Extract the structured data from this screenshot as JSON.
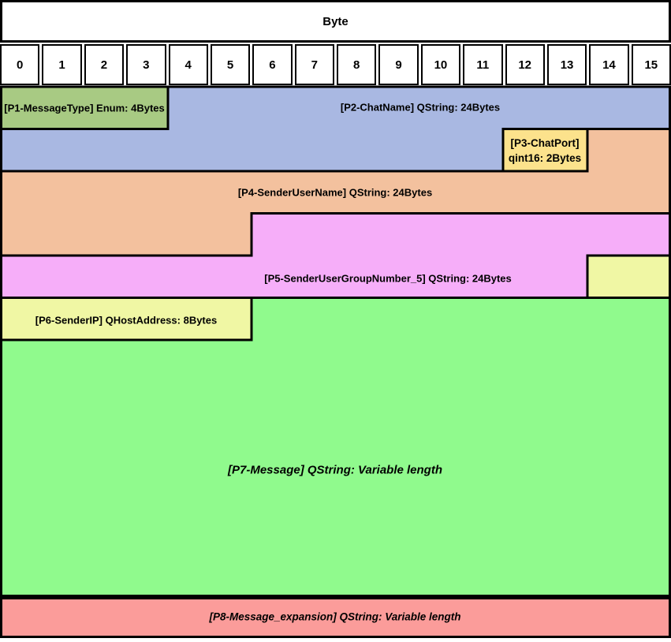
{
  "diagram": {
    "title": "Byte",
    "byte_numbers": [
      "0",
      "1",
      "2",
      "3",
      "4",
      "5",
      "6",
      "7",
      "8",
      "9",
      "10",
      "11",
      "12",
      "13",
      "14",
      "15"
    ],
    "border_color": "#000000",
    "fields": [
      {
        "id": "P1",
        "label": "[P1-MessageType] Enum: 4Bytes",
        "color": "#a8ca83",
        "size": "4Bytes"
      },
      {
        "id": "P2",
        "label": "[P2-ChatName] QString: 24Bytes",
        "color": "#a9b8e2",
        "size": "24Bytes"
      },
      {
        "id": "P3",
        "label_line1": "[P3-ChatPort]",
        "label_line2": "qint16: 2Bytes",
        "color": "#fce28c",
        "size": "2Bytes"
      },
      {
        "id": "P4",
        "label": "[P4-SenderUserName] QString: 24Bytes",
        "color": "#f3c19e",
        "size": "24Bytes"
      },
      {
        "id": "P5",
        "label": "[P5-SenderUserGroupNumber_5] QString: 24Bytes",
        "color": "#f6aef9",
        "size": "24Bytes"
      },
      {
        "id": "P6",
        "label": "[P6-SenderIP] QHostAddress: 8Bytes",
        "color": "#f0f7a4",
        "size": "8Bytes"
      },
      {
        "id": "P7",
        "label": "[P7-Message] QString: Variable length",
        "color": "#90fa8d",
        "size": "Variable length"
      },
      {
        "id": "P8",
        "label": "[P8-Message_expansion] QString: Variable length",
        "color": "#fb9c9a",
        "size": "Variable length"
      }
    ]
  }
}
